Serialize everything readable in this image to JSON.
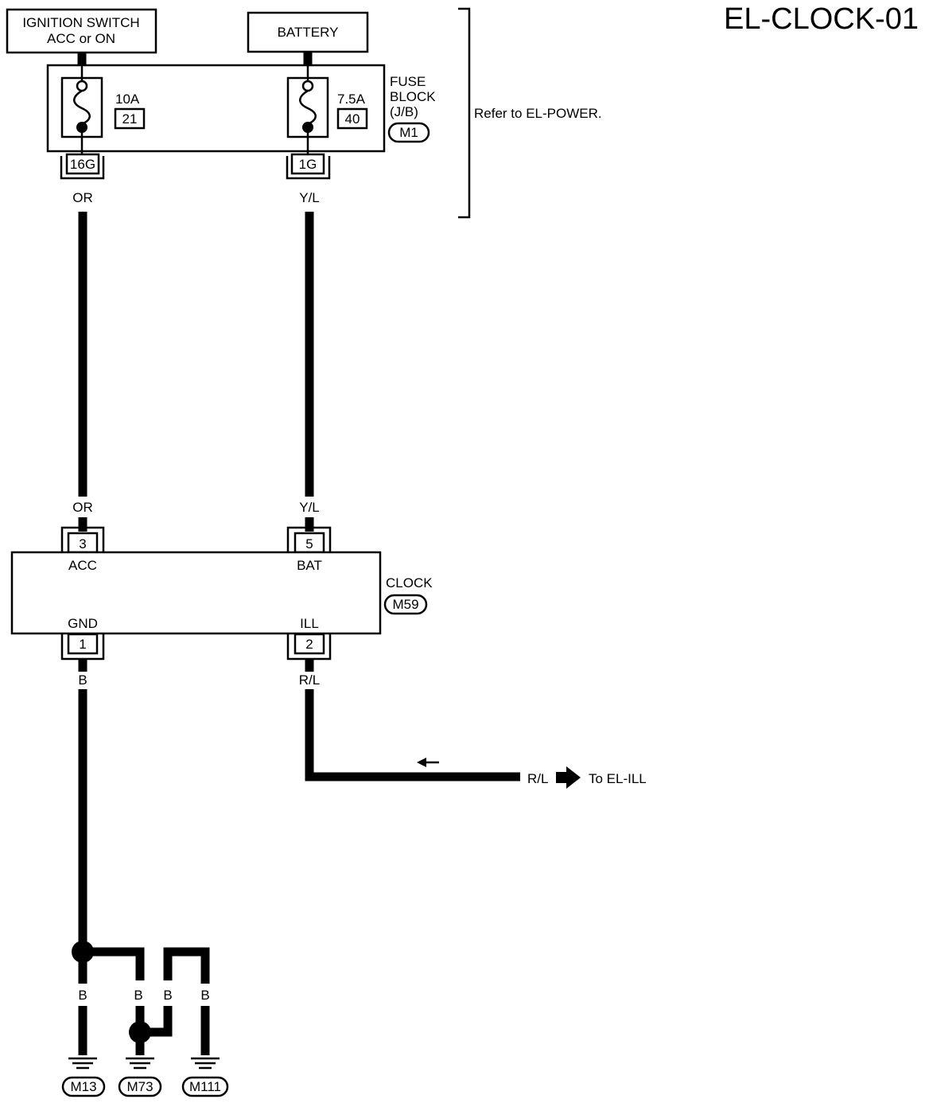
{
  "diagram_id": "EL-CLOCK-01",
  "sources": {
    "ignition_line1": "IGNITION SWITCH",
    "ignition_line2": "ACC or ON",
    "battery": "BATTERY"
  },
  "fuse_block": {
    "line1": "FUSE",
    "line2": "BLOCK",
    "line3": "(J/B)",
    "connector": "M1",
    "refer": "Refer to EL-POWER.",
    "fuse_a": {
      "rating": "10A",
      "number": "21",
      "terminal": "16G"
    },
    "fuse_b": {
      "rating": "7.5A",
      "number": "40",
      "terminal": "1G"
    }
  },
  "wires": {
    "left_color": "OR",
    "right_color": "Y/L",
    "ground_color": "B",
    "illum_color": "R/L"
  },
  "clock": {
    "name": "CLOCK",
    "connector": "M59",
    "pin_acc": "3",
    "label_acc": "ACC",
    "pin_bat": "5",
    "label_bat": "BAT",
    "pin_gnd": "1",
    "label_gnd": "GND",
    "pin_ill": "2",
    "label_ill": "ILL"
  },
  "illumination_ref": "To EL-ILL",
  "grounds": [
    "M13",
    "M73",
    "M111"
  ]
}
